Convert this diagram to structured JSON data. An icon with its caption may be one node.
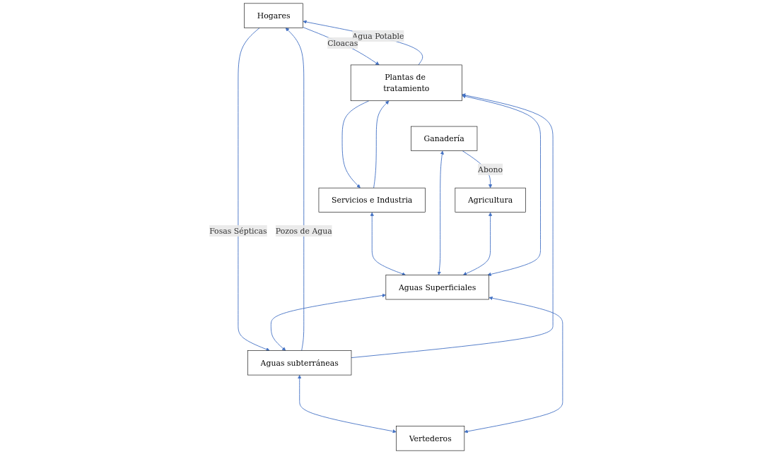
{
  "diagram": {
    "nodes": [
      {
        "text": [
          "Hogares"
        ]
      },
      {
        "text": [
          "Servicios e Industria"
        ]
      },
      {
        "text": [
          "Ganadería"
        ]
      },
      {
        "text": [
          "Agricultura"
        ]
      },
      {
        "text": [
          "Plantas de tratamiento"
        ]
      },
      {
        "text": [
          "Aguas subterráneas"
        ]
      },
      {
        "text": [
          "Aguas Superficiales"
        ]
      },
      {
        "text": [
          "Vertederos"
        ]
      }
    ],
    "edges": [
      {
        "from": 4,
        "to": 0,
        "arrow": "to",
        "label": "Agua Potable"
      },
      {
        "from": 4,
        "to": 1,
        "arrow": "to"
      },
      {
        "from": 0,
        "to": 4,
        "arrow": "to",
        "label": "Cloacas"
      },
      {
        "from": 1,
        "to": 4,
        "arrow": "to"
      },
      {
        "from": 5,
        "to": 0,
        "arrow": "to",
        "label": "Pozos de Agua"
      },
      {
        "from": 0,
        "to": 5,
        "arrow": "to",
        "label": "Fosas Sépticas"
      },
      {
        "from": 5,
        "to": 4,
        "arrow": "to"
      },
      {
        "from": 1,
        "to": 6,
        "arrow": "both"
      },
      {
        "from": 2,
        "to": 3,
        "arrow": "to",
        "label": "Abono"
      },
      {
        "from": 2,
        "to": 6,
        "arrow": "both"
      },
      {
        "from": 3,
        "to": 6,
        "arrow": "both"
      },
      {
        "from": 4,
        "to": 6,
        "arrow": "both"
      },
      {
        "from": 6,
        "to": 5,
        "arrow": "both"
      },
      {
        "from": 5,
        "to": 7,
        "arrow": "both"
      },
      {
        "from": 6,
        "to": 7,
        "arrow": "both"
      }
    ]
  }
}
